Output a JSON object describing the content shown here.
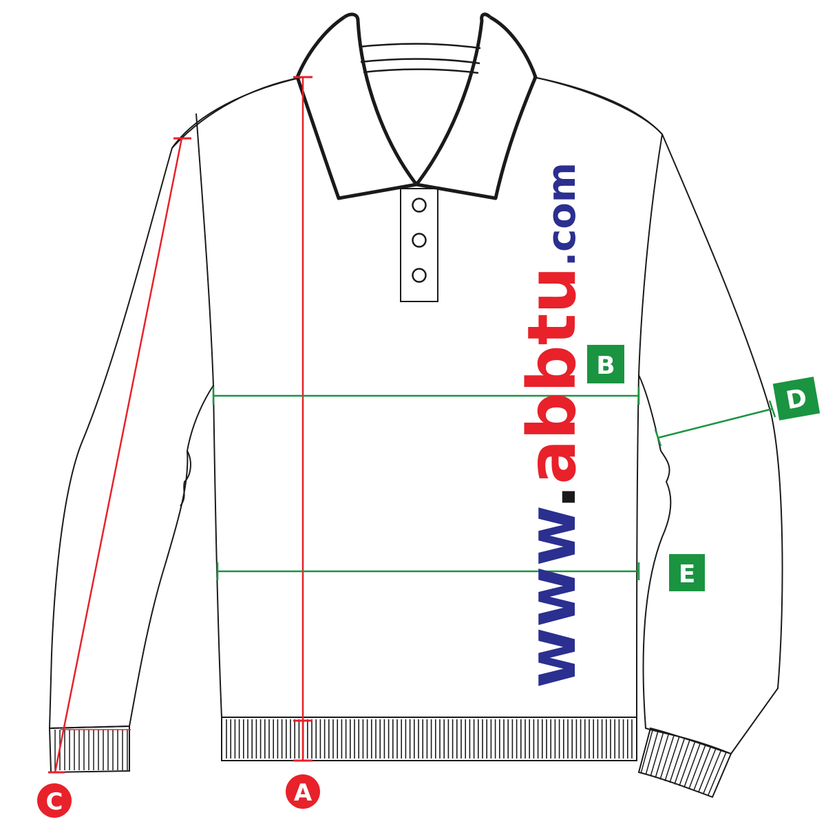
{
  "labels": {
    "a": "A",
    "b": "B",
    "c": "C",
    "d": "D",
    "e": "E"
  },
  "watermark": {
    "prefix": "www",
    "dot1": ".",
    "brand": "abbtu",
    "suffix": ".com"
  },
  "colors": {
    "outline": "#1a1a1a",
    "red": "#e8212a",
    "green": "#1a9440",
    "navy": "#2b2f8f",
    "white": "#ffffff"
  }
}
